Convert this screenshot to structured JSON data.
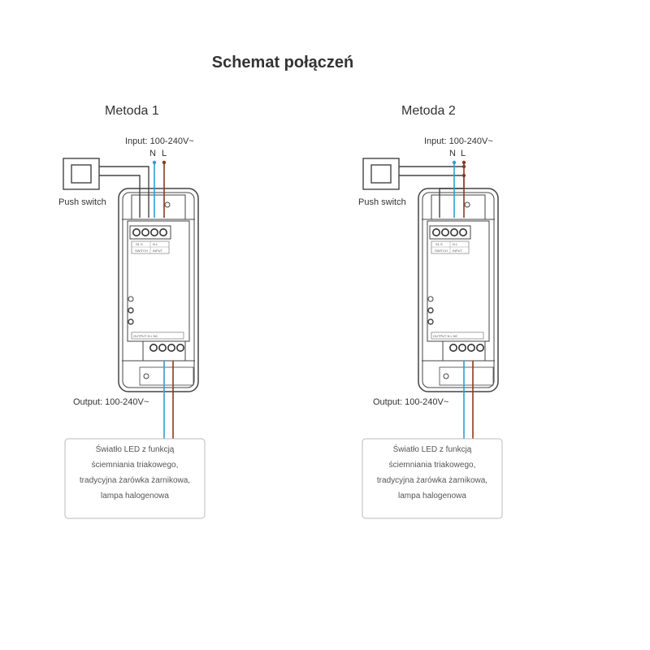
{
  "title": "Schemat połączeń",
  "methods": [
    {
      "title": "Metoda 1",
      "input_label": "Input: 100-240V~",
      "neutral": "N",
      "live": "L",
      "switch_label": "Push switch",
      "output_label": "Output: 100-240V~",
      "load_lines": [
        "Światło LED z funkcją",
        "ściemniania triakowego,",
        "tradycyjna żarówka żarnikowa,",
        "lampa halogenowa"
      ]
    },
    {
      "title": "Metoda 2",
      "input_label": "Input: 100-240V~",
      "neutral": "N",
      "live": "L",
      "switch_label": "Push switch",
      "output_label": "Output: 100-240V~",
      "load_lines": [
        "Światło LED z funkcją",
        "ściemniania triakowego,",
        "tradycyjna żarówka żarnikowa,",
        "lampa halogenowa"
      ]
    }
  ],
  "wire_colors": {
    "neutral": "#2a9fd6",
    "live": "#8b3a1e",
    "switch": "#444444"
  }
}
